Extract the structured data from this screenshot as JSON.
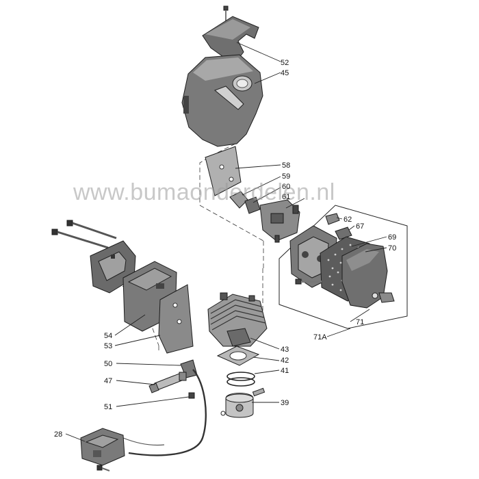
{
  "watermark": "www.bumaonderdelen.nl",
  "callouts": {
    "p52": "52",
    "p45": "45",
    "p58": "58",
    "p59": "59",
    "p60": "60",
    "p61": "61",
    "p62": "62",
    "p67": "67",
    "p69": "69",
    "p70": "70",
    "p71": "71",
    "p71a": "71A",
    "p54": "54",
    "p53": "53",
    "p43": "43",
    "p42": "42",
    "p41": "41",
    "p39": "39",
    "p50": "50",
    "p47": "47",
    "p51": "51",
    "p28": "28"
  },
  "colors": {
    "part_dark": "#6f6f6f",
    "part_mid": "#9a9a9a",
    "part_light": "#c8c8c8",
    "filter_speckle": "#4a4a4a"
  }
}
